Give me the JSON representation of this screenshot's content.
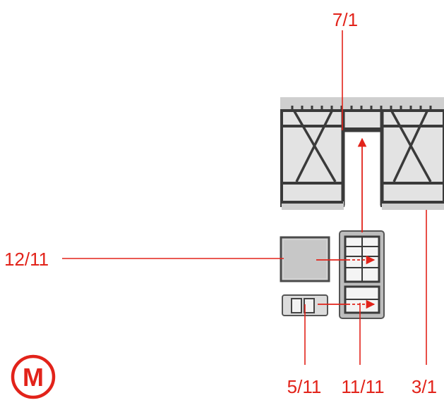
{
  "labels": {
    "top": "7/1",
    "left": "12/11",
    "bottom_a": "5/11",
    "bottom_b": "11/11",
    "bottom_c": "3/1"
  },
  "logo": {
    "letter": "M",
    "icon": "metro-m-logo"
  },
  "colors": {
    "accent": "#e2231a",
    "building_dark": "#3a3a3a",
    "building_fill": "#e2e2e2",
    "building_roof": "#c8c8c8",
    "block_fill": "#d6d6d6"
  }
}
